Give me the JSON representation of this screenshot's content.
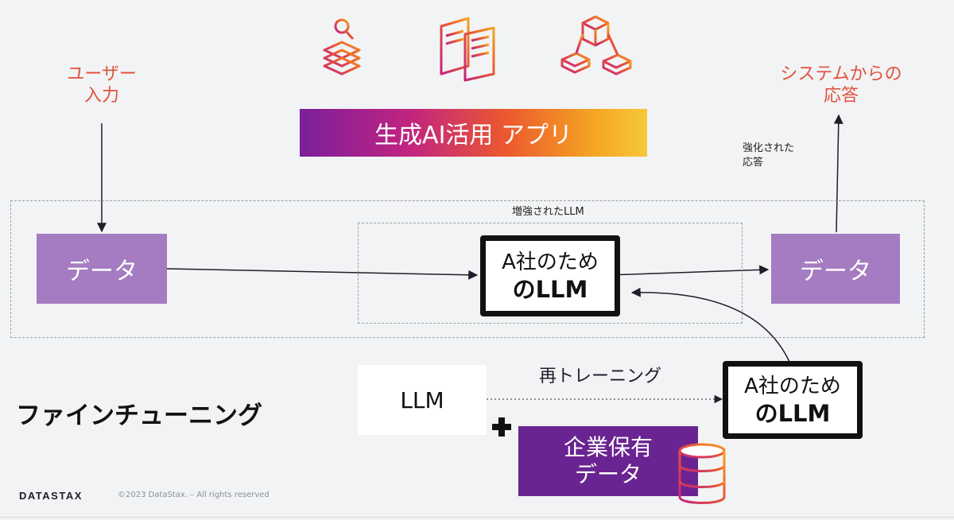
{
  "user_input_label": [
    "ユーザー",
    "入力"
  ],
  "system_response_label": [
    "システムからの",
    "応答"
  ],
  "enhanced_response_label": [
    "強化された",
    "応答"
  ],
  "app_banner_label": "生成AI活用 アプリ",
  "enhanced_llm_label": "増強されたLLM",
  "data_box_left_label": "データ",
  "data_box_right_label": "データ",
  "company_llm_top": [
    "A社のため",
    "のLLM"
  ],
  "company_llm_bottom": [
    "A社のため",
    "のLLM"
  ],
  "retraining_label": "再トレーニング",
  "base_llm_label": "LLM",
  "enterprise_data_label": [
    "企業保有",
    "データ"
  ],
  "fine_tuning_label": "ファインチューニング",
  "brand_name": "DATASTAX",
  "copyright": "©2023 DataStax. – All rights reserved",
  "colors": {
    "accent_orange": "#e1523d",
    "box_purple": "#a57cc1",
    "enterprise_purple": "#6a2491"
  },
  "icons": [
    "document-search-icon",
    "documents-icon",
    "network-cube-icon",
    "database-icon",
    "plus-icon"
  ]
}
